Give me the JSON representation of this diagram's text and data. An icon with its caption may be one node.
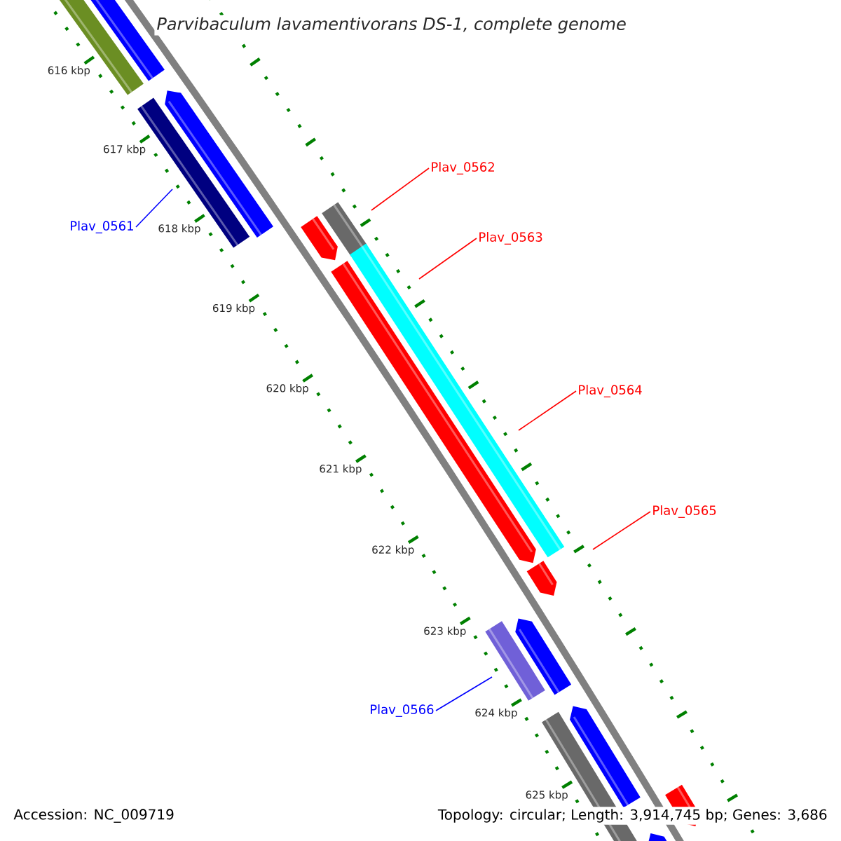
{
  "diagram": {
    "title": "Parvibaculum lavamentivorans DS-1, complete genome",
    "nodes": [
      {
        "text": [
          "Plav_0561"
        ]
      },
      {
        "text": [
          "Plav_0562"
        ]
      },
      {
        "text": [
          "Plav_0563"
        ]
      },
      {
        "text": [
          "Plav_0564"
        ]
      },
      {
        "text": [
          "Plav_0565"
        ]
      },
      {
        "text": [
          "Plav_0566"
        ]
      }
    ],
    "edges": [
      {
        "from": 0,
        "to": null,
        "arrow": "none",
        "color": "#0000ff"
      },
      {
        "from": 1,
        "to": null,
        "arrow": "none"
      },
      {
        "from": 2,
        "to": null,
        "arrow": "none"
      },
      {
        "from": 3,
        "to": null,
        "arrow": "none"
      },
      {
        "from": 4,
        "to": null,
        "arrow": "none"
      },
      {
        "from": 5,
        "to": null,
        "arrow": "none",
        "color": "#0000ff"
      }
    ],
    "labels": [
      "616 kbp",
      "617 kbp",
      "618 kbp",
      "619 kbp",
      "620 kbp",
      "621 kbp",
      "622 kbp",
      "623 kbp",
      "624 kbp",
      "625 kbp",
      "Accession: NC_009719",
      "Topology: circular; Length: 3,914,745 bp; Genes: 3,686"
    ]
  }
}
